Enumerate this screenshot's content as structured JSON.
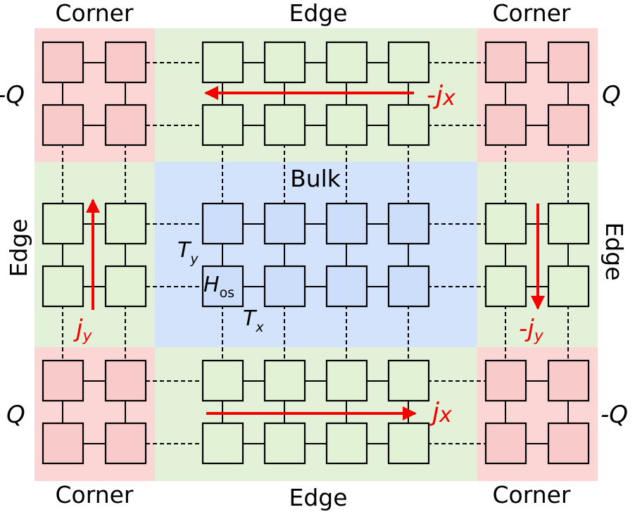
{
  "labels": {
    "corner": "Corner",
    "edge": "Edge",
    "bulk": "Bulk",
    "charge_neg": "-Q",
    "charge_pos": "Q",
    "T_main": "T",
    "T_y_sub": "y",
    "T_x_sub": "x",
    "H_main": "H",
    "H_sub": "os",
    "j_main": "j",
    "j_neg_prefix": "-",
    "jx_sub": "x",
    "jy_sub": "y"
  },
  "colors": {
    "corner_fill": "#fcd5d5",
    "corner_site": "#f8caca",
    "edge_fill": "#e2f1d7",
    "edge_site": "#e2f2d4",
    "bulk_fill": "#d3e3fb",
    "bulk_site": "#ccdefa",
    "current_arrow": "#f40000",
    "line": "#000000"
  }
}
